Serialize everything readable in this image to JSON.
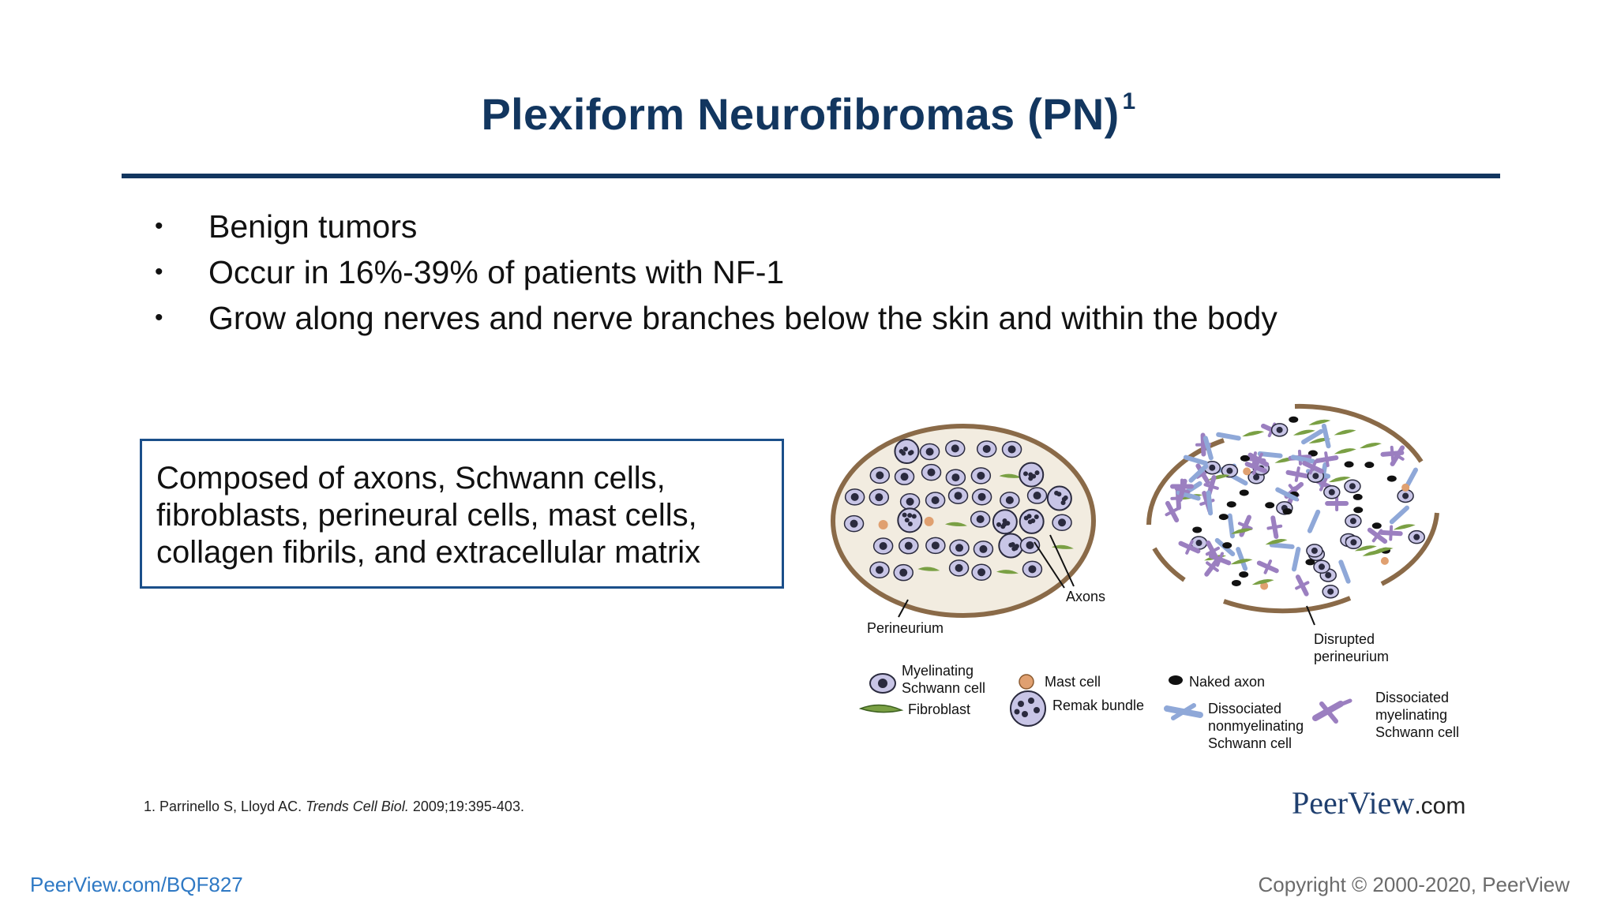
{
  "slide": {
    "title": "Plexiform Neurofibromas (PN)",
    "title_superscript": "1",
    "bullets": [
      "Benign tumors",
      "Occur in 16%-39% of patients with NF-1",
      "Grow along nerves and nerve branches below the skin and within the body"
    ],
    "bullet_symbol": "•",
    "callout_lines": [
      "Composed of axons, Schwann cells,",
      "fibroblasts, perineural cells, mast cells,",
      "collagen fibrils, and extracellular matrix"
    ]
  },
  "diagram": {
    "labels": {
      "axons": "Axons",
      "perineurium": "Perineurium",
      "disrupted_1": "Disrupted",
      "disrupted_2": "perineurium"
    },
    "legend": {
      "myelinating_1": "Myelinating",
      "myelinating_2": "Schwann cell",
      "fibroblast": "Fibroblast",
      "mast_cell": "Mast cell",
      "remak_bundle": "Remak bundle",
      "naked_axon": "Naked axon",
      "dissociated_nonmyel_1": "Dissociated",
      "dissociated_nonmyel_2": "nonmyelinating",
      "dissociated_nonmyel_3": "Schwann cell",
      "dissociated_myel_1": "Dissociated",
      "dissociated_myel_2": "myelinating",
      "dissociated_myel_3": "Schwann cell"
    },
    "colors": {
      "nerve_fill": "#f2ece0",
      "perineurium": "#8a6a48",
      "myelinating_cell": "#c8c5e6",
      "axon": "#2a2a3e",
      "fibroblast": "#7aa044",
      "mast_cell": "#e0a070",
      "dissociated_myelinating": "#9b7fc0",
      "dissociated_nonmyelinating": "#8fa8d8"
    }
  },
  "reference": {
    "prefix": "1. Parrinello S, Lloyd AC. ",
    "journal": "Trends Cell Biol.",
    "suffix": " 2009;19:395-403."
  },
  "branding": {
    "logo_main": "PeerView",
    "logo_suffix": ".com",
    "footer_link": "PeerView.com/BQF827",
    "copyright": "Copyright © 2000-2020, PeerView"
  }
}
